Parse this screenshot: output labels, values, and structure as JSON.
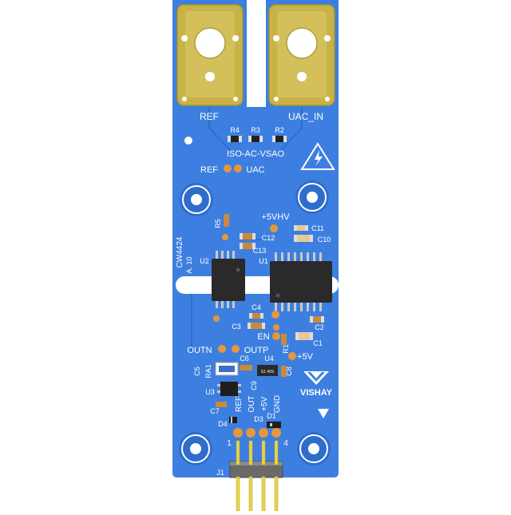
{
  "board": {
    "pcb_color": "#3d7fe0",
    "pad_gold": "#c9b347",
    "label_color": "#ffffff"
  },
  "terminals": {
    "left_label": "REF",
    "right_label": "UAC_IN"
  },
  "silkscreen": {
    "r4": "R4",
    "r3": "R3",
    "r2": "R2",
    "module": "ISO-AC-VSAO",
    "ref": "REF",
    "uac": "UAC",
    "hv": "+5VHV",
    "r5": "R5",
    "c12": "C12",
    "c11": "C11",
    "c10": "C10",
    "c13": "C13",
    "board_id": "CW4424",
    "board_rev": "A. 10",
    "u2": "U2",
    "u1": "U1",
    "c4": "C4",
    "c3": "C3",
    "c2": "C2",
    "en": "EN",
    "r1": "R1",
    "c1": "C1",
    "outn": "OUTN",
    "outp": "OUTP",
    "c6": "C6",
    "u4": "U4",
    "c8": "C8",
    "plus5v": "+5V",
    "c5": "C5",
    "ra1": "RA1",
    "c9": "C9",
    "u3": "U3",
    "c7": "C7",
    "brand": "VISHAY",
    "pin_ref": "REF",
    "pin_out": "OUT",
    "pin_5v": "+5V",
    "pin_gnd": "GND",
    "d4": "D4",
    "d3": "D3",
    "d1": "D1",
    "pin1": "1",
    "pin4": "4",
    "j1": "J1",
    "u4_chip": "S1 40S"
  }
}
